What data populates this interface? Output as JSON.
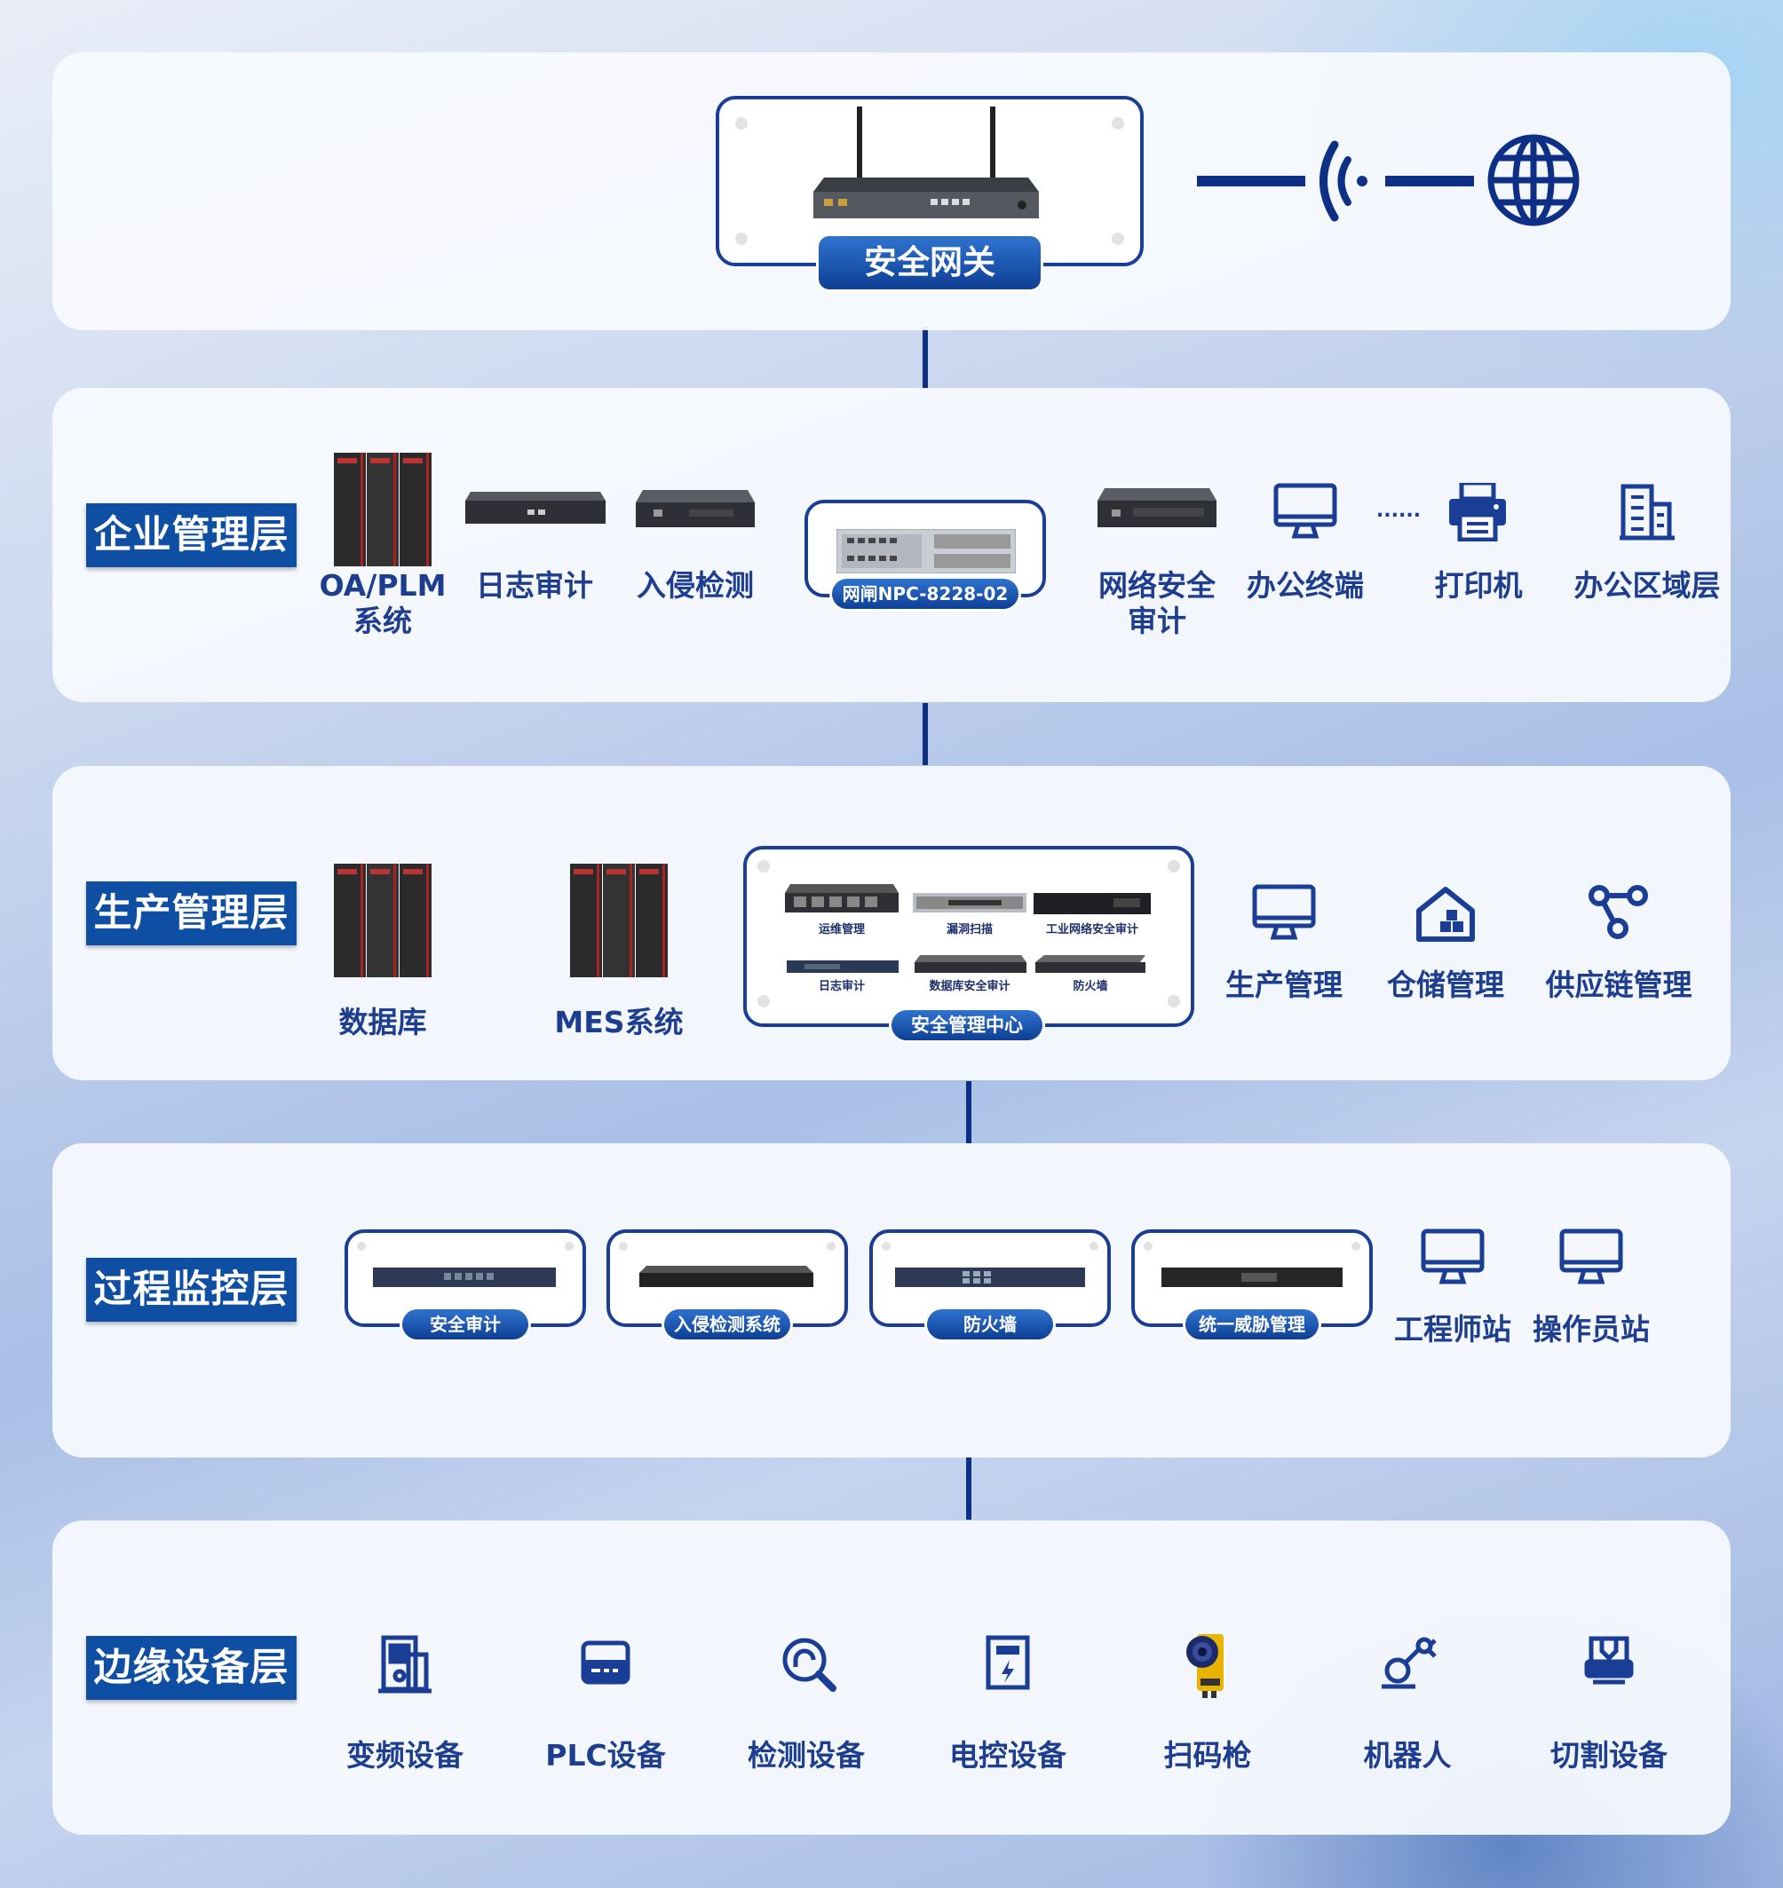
{
  "colors": {
    "accent": "#1a3e95",
    "label_bg": "#0f4fa3",
    "text": "#1d3e8f"
  },
  "top": {
    "gateway_label": "安全网关",
    "icons": [
      "wifi-signal-icon",
      "globe-icon"
    ]
  },
  "enterprise": {
    "label": "企业管理层",
    "items": [
      {
        "line1": "OA/PLM",
        "line2": "系统",
        "icon": "server-rack-icon"
      },
      {
        "line1": "日志审计",
        "icon": "rack-appliance-icon"
      },
      {
        "line1": "入侵检测",
        "icon": "rack-appliance-icon"
      },
      {
        "gatekeeper": "网闸NPC-8228-02",
        "icon": "gatekeeper-device-icon"
      },
      {
        "line1": "网络安全",
        "line2": "审计",
        "icon": "rack-appliance-icon"
      },
      {
        "line1": "办公终端",
        "icon": "monitor-icon"
      },
      {
        "line1": "打印机",
        "icon": "printer-icon"
      },
      {
        "line1": "办公区域层",
        "icon": "building-icon"
      }
    ],
    "ellipsis": "......"
  },
  "production": {
    "label": "生产管理层",
    "items": [
      {
        "line1": "数据库",
        "icon": "server-rack-icon"
      },
      {
        "line1": "MES系统",
        "icon": "server-rack-icon"
      },
      {
        "line1": "生产管理",
        "icon": "monitor-icon"
      },
      {
        "line1": "仓储管理",
        "icon": "warehouse-icon"
      },
      {
        "line1": "供应链管理",
        "icon": "supply-chain-icon"
      }
    ],
    "center": {
      "title": "安全管理中心",
      "devices": [
        "运维管理",
        "漏洞扫描",
        "工业网络安全审计",
        "日志审计",
        "数据库安全审计",
        "防火墙"
      ]
    }
  },
  "process": {
    "label": "过程监控层",
    "boxes": [
      "安全审计",
      "入侵检测系统",
      "防火墙",
      "统一威胁管理"
    ],
    "stations": [
      {
        "line1": "工程师站",
        "icon": "monitor-icon"
      },
      {
        "line1": "操作员站",
        "icon": "monitor-icon"
      }
    ]
  },
  "edge": {
    "label": "边缘设备层",
    "items": [
      {
        "line1": "变频设备",
        "icon": "inverter-icon"
      },
      {
        "line1": "PLC设备",
        "icon": "plc-icon"
      },
      {
        "line1": "检测设备",
        "icon": "inspection-icon"
      },
      {
        "line1": "电控设备",
        "icon": "electric-control-icon"
      },
      {
        "line1": "扫码枪",
        "icon": "barcode-scanner-icon"
      },
      {
        "line1": "机器人",
        "icon": "robot-arm-icon"
      },
      {
        "line1": "切割设备",
        "icon": "cutting-machine-icon"
      }
    ]
  }
}
